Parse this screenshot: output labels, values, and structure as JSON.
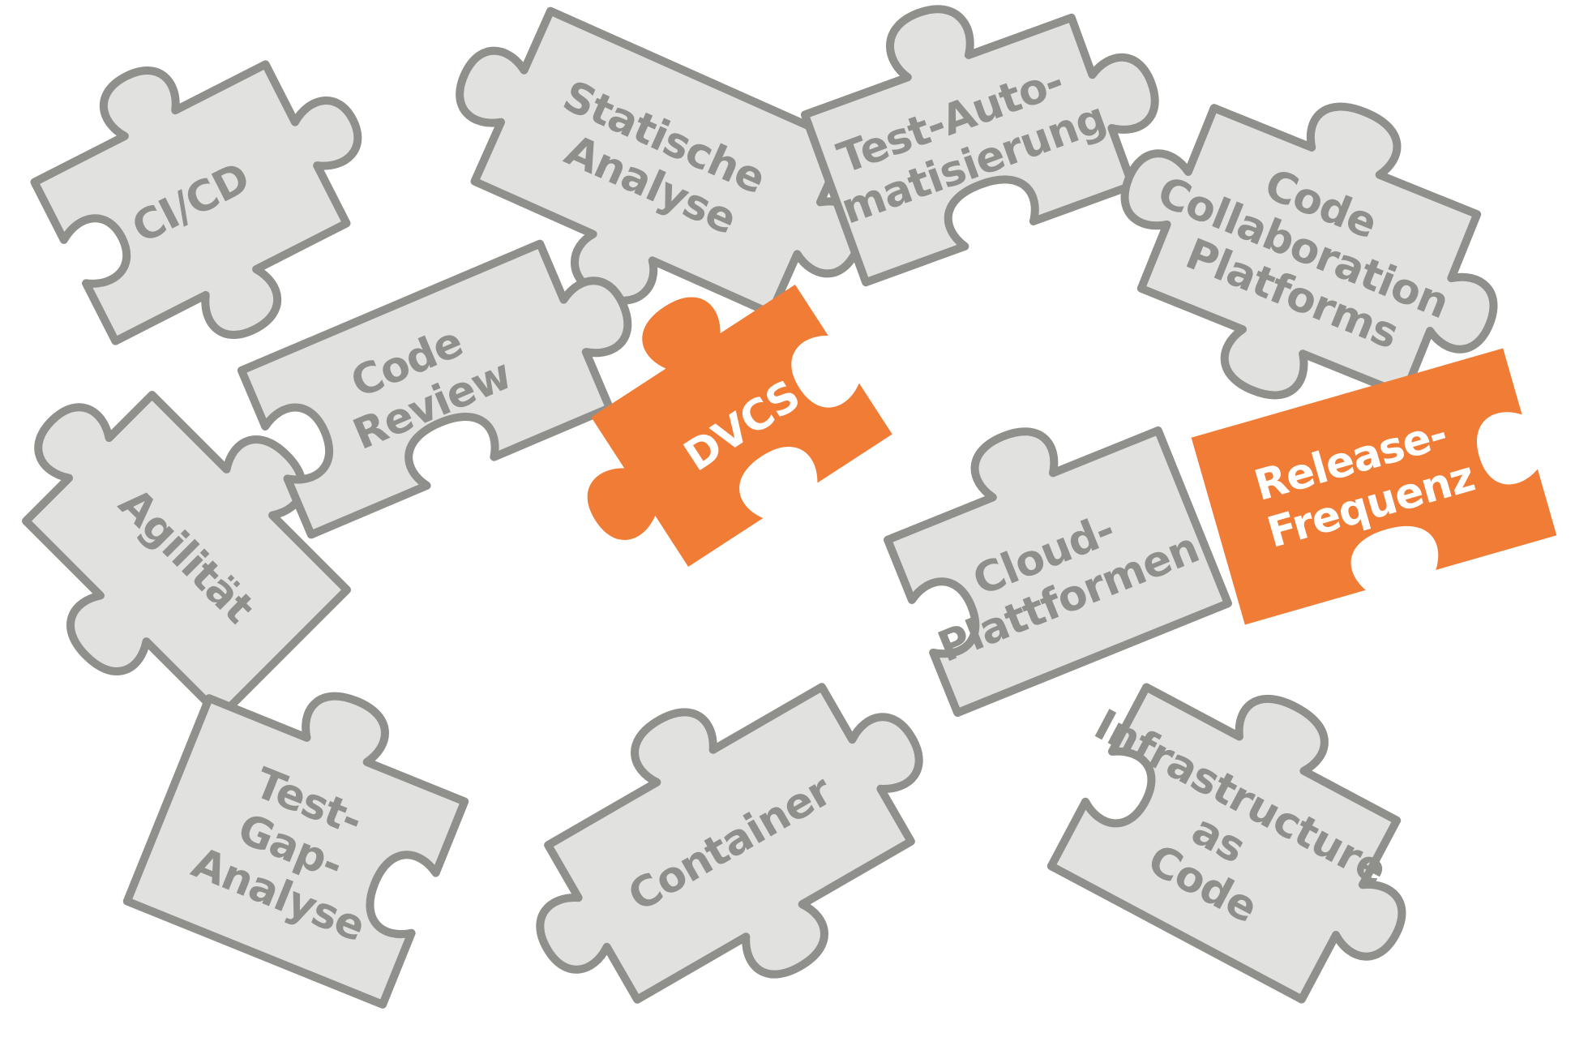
{
  "colors": {
    "gray_fill": "#e1e2df",
    "gray_stroke": "#8f8f8c",
    "gray_text": "#8f8f8c",
    "orange_fill": "#f07c36",
    "white_text": "#ffffff"
  },
  "pieces": [
    {
      "id": "cicd",
      "style": "gray",
      "lines": [
        "CI/CD"
      ]
    },
    {
      "id": "statische-analyse",
      "style": "gray",
      "lines": [
        "Statische",
        "Analyse"
      ]
    },
    {
      "id": "test-automatisierung",
      "style": "gray",
      "lines": [
        "Test-Auto-",
        "matisierung"
      ]
    },
    {
      "id": "code-collaboration-platforms",
      "style": "gray",
      "lines": [
        "Code",
        "Collaboration",
        "Platforms"
      ]
    },
    {
      "id": "agilitaet",
      "style": "gray",
      "lines": [
        "Agilität"
      ]
    },
    {
      "id": "code-review",
      "style": "gray",
      "lines": [
        "Code",
        "Review"
      ]
    },
    {
      "id": "dvcs",
      "style": "orange",
      "lines": [
        "DVCS"
      ]
    },
    {
      "id": "cloud-plattformen",
      "style": "gray",
      "lines": [
        "Cloud-",
        "Plattformen"
      ]
    },
    {
      "id": "release-frequenz",
      "style": "orange",
      "lines": [
        "Release-",
        "Frequenz"
      ]
    },
    {
      "id": "test-gap-analyse",
      "style": "gray",
      "lines": [
        "Test-",
        "Gap-",
        "Analyse"
      ]
    },
    {
      "id": "container",
      "style": "gray",
      "lines": [
        "Container"
      ]
    },
    {
      "id": "infrastructure-as-code",
      "style": "gray",
      "lines": [
        "Infrastructure",
        "as",
        "Code"
      ]
    }
  ]
}
